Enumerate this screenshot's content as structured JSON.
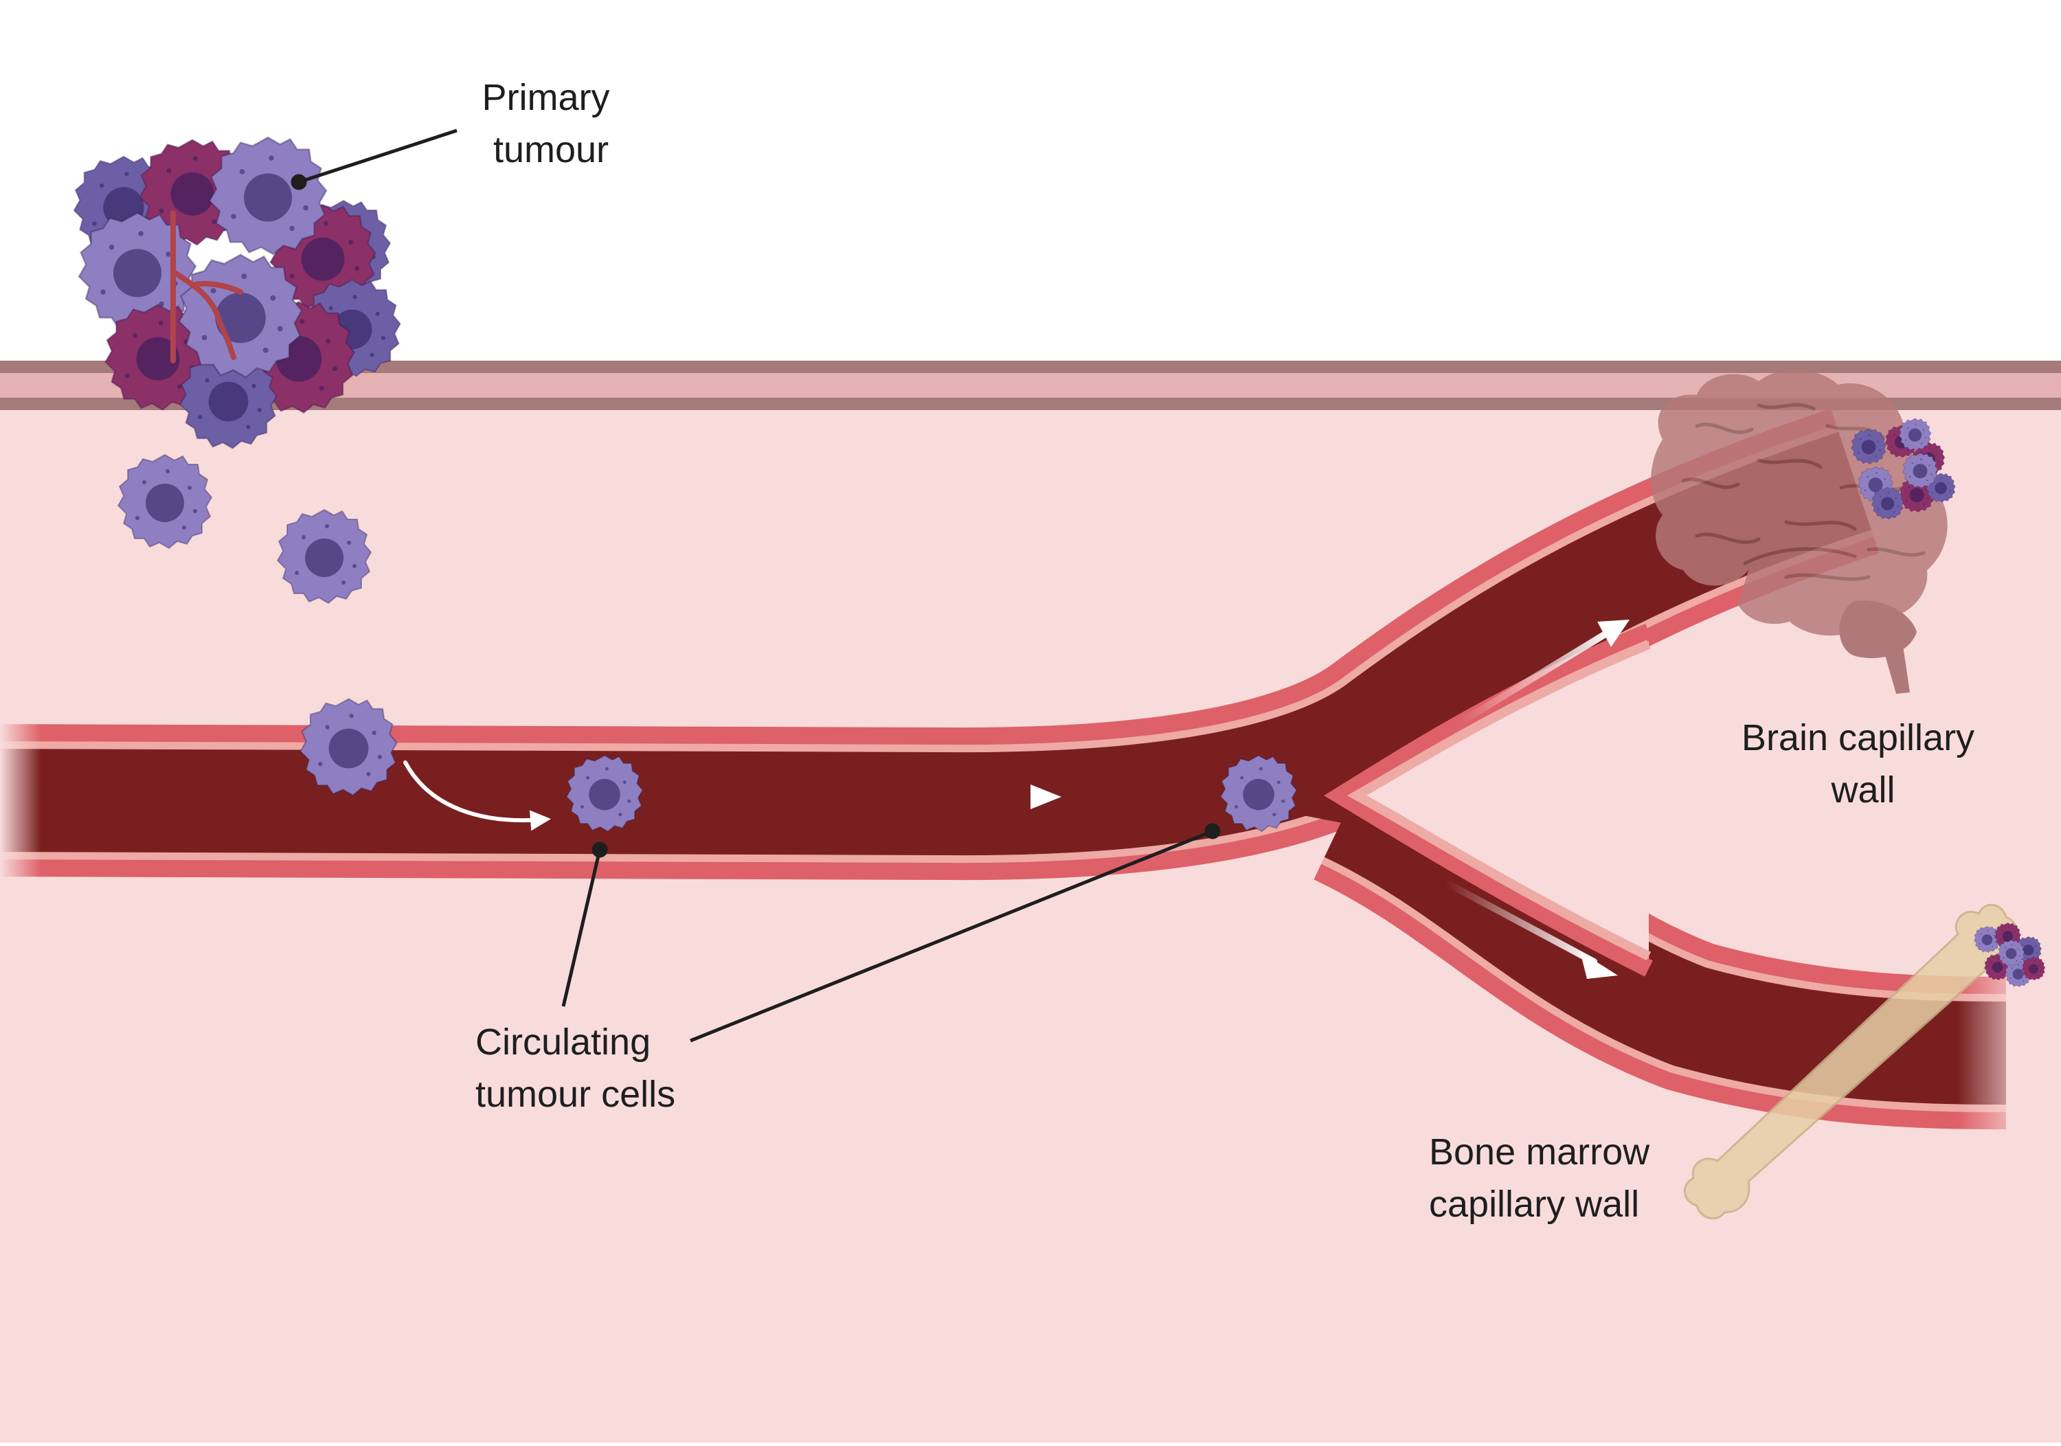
{
  "labels": {
    "primary_tumour": [
      "Primary",
      "tumour"
    ],
    "circulating_cells": [
      "Circulating",
      "tumour cells"
    ],
    "brain_wall": [
      "Brain capillary",
      "wall"
    ],
    "bone_wall": [
      "Bone marrow",
      "capillary wall"
    ]
  },
  "colors": {
    "tissue": "#f8dcdc",
    "membrane_outer": "#a57a7a",
    "membrane_inner": "#e5b3b3",
    "vessel_wall": "#de6068",
    "vessel_lining": "#eeaaa5",
    "blood": "#7a1f1f",
    "cell_light": "#8e7fc2",
    "cell_mid": "#6d5fa6",
    "cell_dark": "#4b3d85",
    "cell_magenta": "#8c3068",
    "brain": "#b57878",
    "bone": "#e7cfa6",
    "arrow": "#ffffff",
    "leader": "#1e1e1e"
  },
  "icons": [
    "tumour-mass-icon",
    "tumour-cell-icon",
    "brain-icon",
    "bone-icon",
    "flow-arrow-icon"
  ]
}
